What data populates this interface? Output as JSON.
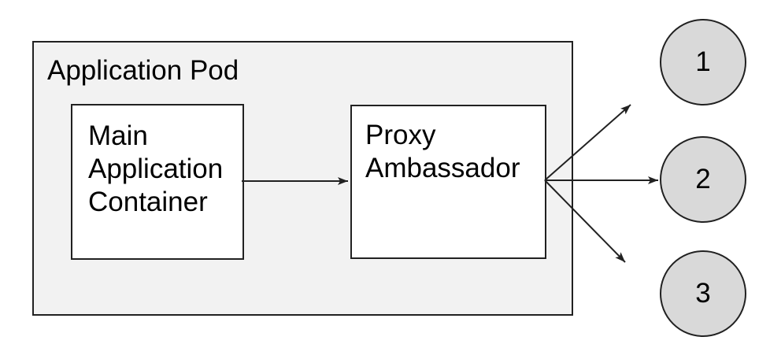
{
  "diagram": {
    "pod": {
      "label": "Application Pod"
    },
    "containers": [
      {
        "id": "main-application-container",
        "label": "Main Application Container"
      },
      {
        "id": "proxy-ambassador",
        "label": "Proxy Ambassador"
      }
    ],
    "endpoints": [
      {
        "id": "endpoint-1",
        "label": "1"
      },
      {
        "id": "endpoint-2",
        "label": "2"
      },
      {
        "id": "endpoint-3",
        "label": "3"
      }
    ],
    "connections": [
      {
        "from": "main-application-container",
        "to": "proxy-ambassador"
      },
      {
        "from": "proxy-ambassador",
        "to": "endpoint-1"
      },
      {
        "from": "proxy-ambassador",
        "to": "endpoint-2"
      },
      {
        "from": "proxy-ambassador",
        "to": "endpoint-3"
      }
    ]
  },
  "colors": {
    "canvas": "#ffffff",
    "pod_fill": "#f2f2f2",
    "container_fill": "#ffffff",
    "endpoint_fill": "#d9d9d9",
    "border": "#212121",
    "arrow": "#212121",
    "text": "#000000"
  }
}
